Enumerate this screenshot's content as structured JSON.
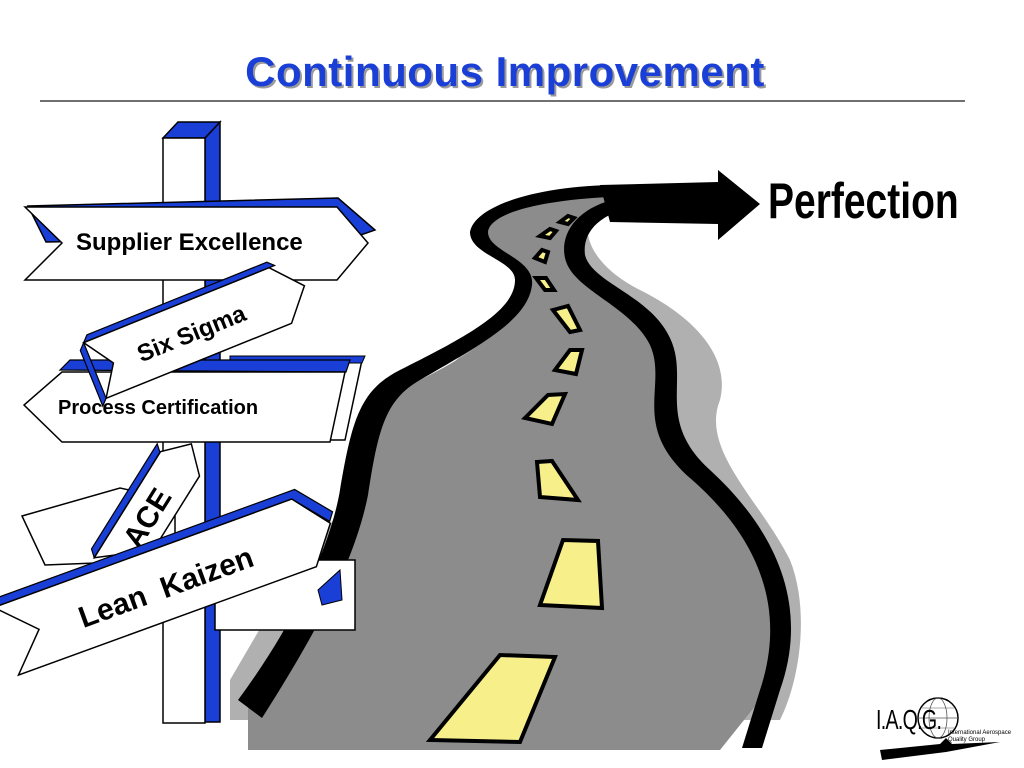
{
  "slide": {
    "title": "Continuous Improvement",
    "destination_label": "Perfection"
  },
  "signpost": {
    "signs": [
      "Supplier Excellence",
      "Six Sigma",
      "Process Certification",
      "ACE",
      "Lean  Kaizen"
    ]
  },
  "logo": {
    "text": "I.A.Q.G.",
    "subtitle": "International Aerospace Quality Group"
  },
  "colors": {
    "title": "#1a3fd6",
    "sign_edge": "#1a3fd6",
    "road": "#8c8c8c",
    "road_shadow": "#b0b0b0",
    "lane_marks": "#f7ef8a"
  }
}
